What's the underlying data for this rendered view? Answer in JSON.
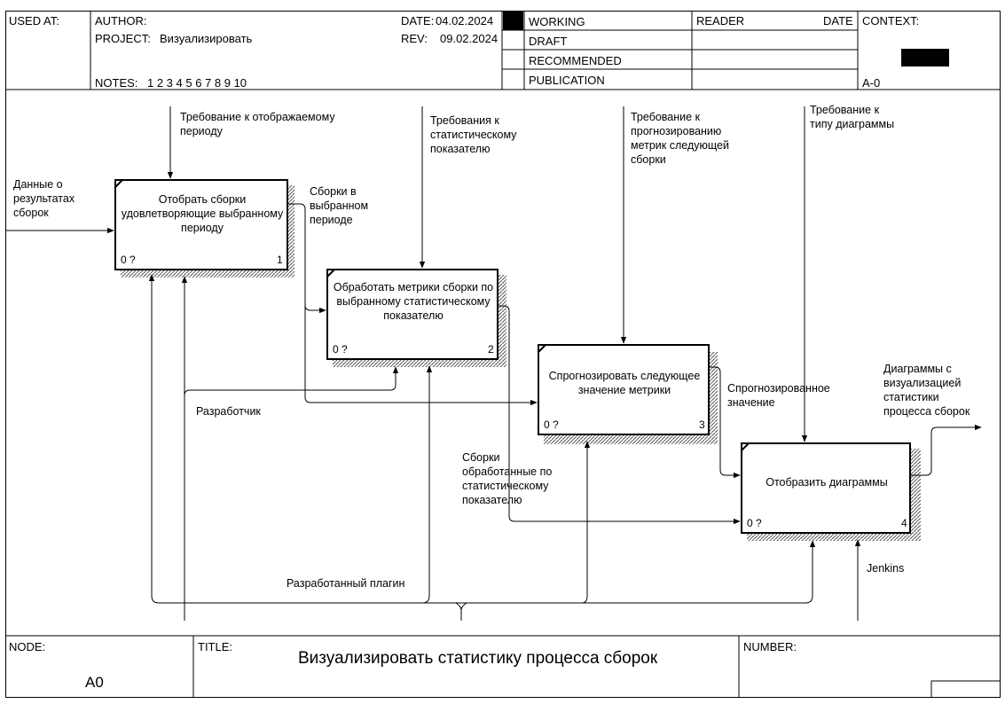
{
  "header": {
    "used_at_label": "USED AT:",
    "author_label": "AUTHOR:",
    "project_label": "PROJECT:",
    "project_value": "Визуализировать",
    "notes_label": "NOTES:",
    "notes_value": "1 2 3 4 5 6 7 8 9 10",
    "date_label": "DATE:",
    "date_value": "04.02.2024",
    "rev_label": "REV:",
    "rev_value": "09.02.2024",
    "status": [
      "WORKING",
      "DRAFT",
      "RECOMMENDED",
      "PUBLICATION"
    ],
    "reader_label": "READER",
    "reader_date_label": "DATE",
    "context_label": "CONTEXT:",
    "context_value": "A-0"
  },
  "boxes": [
    {
      "text": "Отобрать сборки удовлетворяющие выбранному периоду",
      "cost": "0 ?",
      "num": "1"
    },
    {
      "text": "Обработать метрики сборки по выбранному статистическому показателю",
      "cost": "0 ?",
      "num": "2"
    },
    {
      "text": "Спрогнозировать следующее значение метрики",
      "cost": "0 ?",
      "num": "3"
    },
    {
      "text": "Отобразить диаграммы",
      "cost": "0 ?",
      "num": "4"
    }
  ],
  "arrows": {
    "ctrl_period": "Требование к отображаемому периоду",
    "ctrl_stat": "Требования к статистическому показателю",
    "ctrl_forecast": "Требование к прогнозированию метрик следующей сборки",
    "ctrl_chart_type": "Требование к типу диаграммы",
    "input_data": "Данные о результатах сборок",
    "out_selected": "Сборки в выбранном периоде",
    "out_forecast": "Спрогнозированное значение",
    "out_processed": "Сборки обработанные по статистическому показателю",
    "out_diagrams": "Диаграммы с визуализацией статистики процесса сборок",
    "mech_developer": "Разработчик",
    "mech_plugin": "Разработанный плагин",
    "mech_jenkins": "Jenkins"
  },
  "footer": {
    "node_label": "NODE:",
    "node_value": "A0",
    "title_label": "TITLE:",
    "title_value": "Визуализировать статистику процесса сборок",
    "number_label": "NUMBER:"
  }
}
